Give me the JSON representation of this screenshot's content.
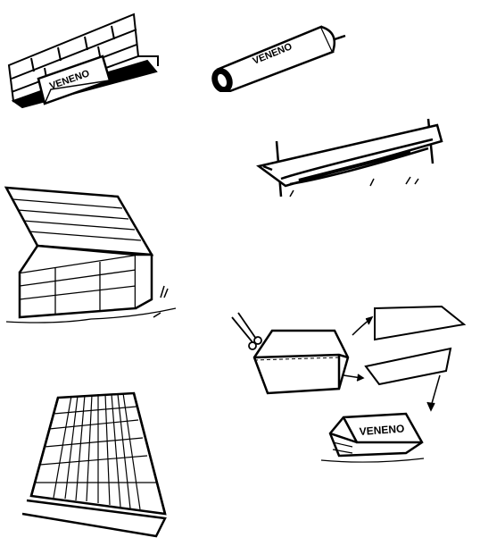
{
  "illustrations": {
    "wall_sign": {
      "label": "VENENO"
    },
    "tube": {
      "label": "VENENO"
    },
    "roof_box": {
      "label": "VENENO"
    }
  },
  "colors": {
    "ink": "#000000",
    "paper": "#ffffff"
  }
}
